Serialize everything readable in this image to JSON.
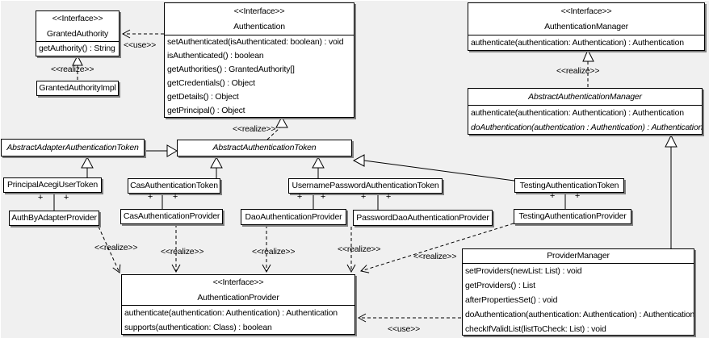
{
  "stereotype_interface": "<<Interface>>",
  "label_realize": "<<realize>>",
  "label_use": "<<use>>",
  "plus": "+",
  "colors": {
    "background": "#f0f0f0",
    "box_fill": "#ffffff",
    "line": "#000000",
    "shadow": "#808080"
  },
  "classes": {
    "granted_authority": {
      "stereotype": "<<Interface>>",
      "name": "GrantedAuthority",
      "methods": [
        "getAuthority() : String"
      ]
    },
    "granted_authority_impl": {
      "name": "GrantedAuthorityImpl"
    },
    "authentication": {
      "stereotype": "<<Interface>>",
      "name": "Authentication",
      "methods": [
        "setAuthenticated(isAuthenticated: boolean) : void",
        "isAuthenticated() : boolean",
        "getAuthorities() : GrantedAuthority[]",
        "getCredentials() : Object",
        "getDetails() : Object",
        "getPrincipal() : Object"
      ]
    },
    "authentication_manager": {
      "stereotype": "<<Interface>>",
      "name": "AuthenticationManager",
      "methods": [
        "authenticate(authentication: Authentication) : Authentication"
      ]
    },
    "abstract_authentication_manager": {
      "name": "AbstractAuthenticationManager",
      "methods": [
        "authenticate(authentication: Authentication) : Authentication",
        "doAuthentication(authentication : Authentication) : Authentication"
      ]
    },
    "abstract_adapter_authentication_token": {
      "name": "AbstractAdapterAuthenticationToken"
    },
    "abstract_authentication_token": {
      "name": "AbstractAuthenticationToken"
    },
    "principal_acegi_user_token": {
      "name": "PrincipalAcegiUserToken"
    },
    "cas_authentication_token": {
      "name": "CasAuthenticationToken"
    },
    "username_password_authentication_token": {
      "name": "UsernamePasswordAuthenticationToken"
    },
    "testing_authentication_token": {
      "name": "TestingAuthenticationToken"
    },
    "auth_by_adapter_provider": {
      "name": "AuthByAdapterProvider"
    },
    "cas_authentication_provider": {
      "name": "CasAuthenticationProvider"
    },
    "dao_authentication_provider": {
      "name": "DaoAuthenticationProvider"
    },
    "password_dao_authentication_provider": {
      "name": "PasswordDaoAuthenticationProvider"
    },
    "testing_authentication_provider": {
      "name": "TestingAuthenticationProvider"
    },
    "authentication_provider": {
      "stereotype": "<<Interface>>",
      "name": "AuthenticationProvider",
      "methods": [
        "authenticate(authentication: Authentication) : Authentication",
        "supports(authentication: Class) : boolean"
      ]
    },
    "provider_manager": {
      "name": "ProviderManager",
      "methods": [
        "setProviders(newList: List) : void",
        "getProviders() : List",
        "afterPropertiesSet() : void",
        "doAuthentication(authentication: Authentication) : Authentication",
        "checkIfValidList(listToCheck: List) : void"
      ]
    }
  }
}
